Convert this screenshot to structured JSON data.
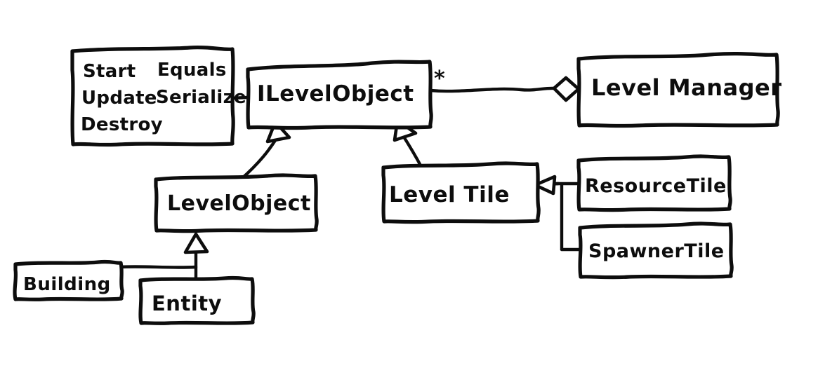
{
  "diagram": {
    "title": "Level system UML class diagram",
    "style": "hand-drawn whiteboard sketch",
    "background_color": "#ffffff",
    "ink_color": "#0d0d0d",
    "methods_box": {
      "name": "methods-note",
      "columns": [
        [
          "Start",
          "Update",
          "Destroy"
        ],
        [
          "Equals",
          "Serialize"
        ]
      ],
      "entries": [
        "Start",
        "Equals",
        "Update",
        "Serialize",
        "Destroy"
      ]
    },
    "nodes": [
      {
        "id": "ilevelobject",
        "label": "ILevelObject"
      },
      {
        "id": "levelmanager",
        "label": "Level Manager"
      },
      {
        "id": "levelobject",
        "label": "LevelObject"
      },
      {
        "id": "leveltile",
        "label": "Level Tile"
      },
      {
        "id": "resourcetile",
        "label": "ResourceTile"
      },
      {
        "id": "spawnertile",
        "label": "SpawnerTile"
      },
      {
        "id": "building",
        "label": "Building"
      },
      {
        "id": "entity",
        "label": "Entity"
      }
    ],
    "edges": [
      {
        "id": "ilevelobject-levelmanager",
        "from": "ILevelObject",
        "to": "Level Manager",
        "type": "aggregation",
        "head": "open-diamond",
        "multiplicity": "*"
      },
      {
        "id": "levelobject-ilevelobject",
        "from": "LevelObject",
        "to": "ILevelObject",
        "type": "generalization",
        "head": "hollow-triangle"
      },
      {
        "id": "leveltile-ilevelobject",
        "from": "Level Tile",
        "to": "ILevelObject",
        "type": "generalization",
        "head": "hollow-triangle"
      },
      {
        "id": "resourcetile-leveltile",
        "from": "ResourceTile",
        "to": "Level Tile",
        "type": "generalization",
        "head": "hollow-triangle"
      },
      {
        "id": "spawnertile-leveltile",
        "from": "SpawnerTile",
        "to": "Level Tile",
        "type": "generalization",
        "head": "hollow-triangle"
      },
      {
        "id": "entity-levelobject",
        "from": "Entity",
        "to": "LevelObject",
        "type": "generalization",
        "head": "hollow-triangle"
      },
      {
        "id": "building-levelobject",
        "from": "Building",
        "to": "LevelObject",
        "type": "generalization",
        "head": "hollow-triangle"
      },
      {
        "id": "methods-ilevelobject",
        "from": "methods-note",
        "to": "ILevelObject",
        "type": "note-link",
        "head": "none"
      }
    ]
  }
}
